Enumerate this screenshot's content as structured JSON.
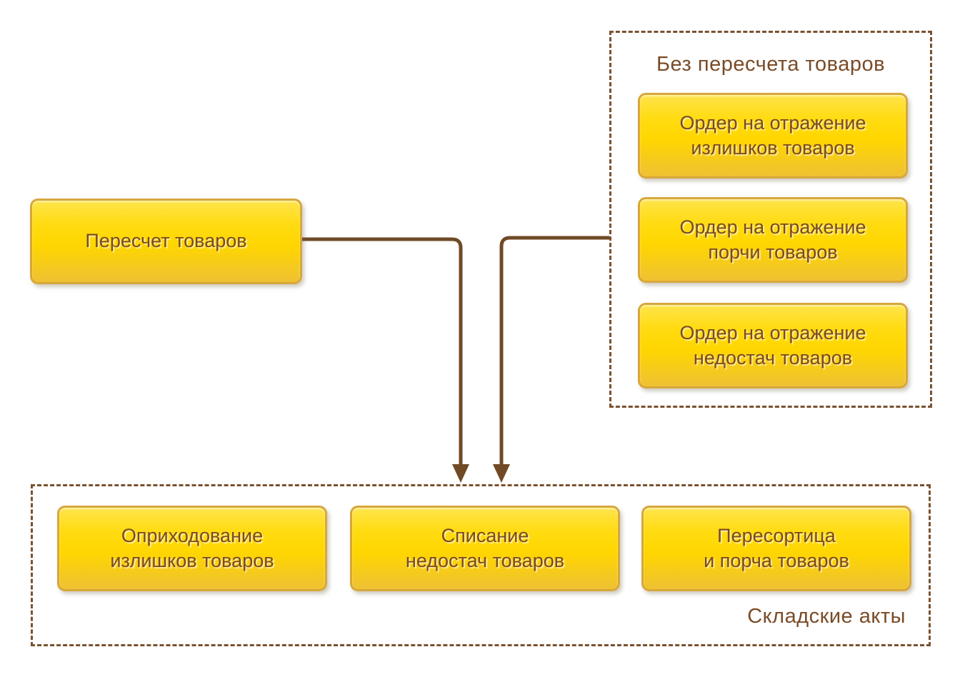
{
  "diagram": {
    "left_box": {
      "label": "Пересчет товаров"
    },
    "top_group": {
      "title": "Без пересчета товаров",
      "boxes": [
        {
          "label": "Ордер на отражение\nизлишков товаров"
        },
        {
          "label": "Ордер на отражение\nпорчи товаров"
        },
        {
          "label": "Ордер на отражение\nнедостач товаров"
        }
      ]
    },
    "bottom_group": {
      "title": "Складские акты",
      "boxes": [
        {
          "label": "Оприходование\nизлишков товаров"
        },
        {
          "label": "Списание\nнедостач товаров"
        },
        {
          "label": "Пересортица\nи порча товаров"
        }
      ]
    },
    "colors": {
      "box_fill_top": "#ffe44a",
      "box_fill_bottom": "#eec133",
      "box_border": "#d7a73c",
      "text_brown": "#7b4a21",
      "dashed_border_brown": "#7a5230",
      "connector_brown": "#6f4a25",
      "background": "#ffffff"
    }
  }
}
